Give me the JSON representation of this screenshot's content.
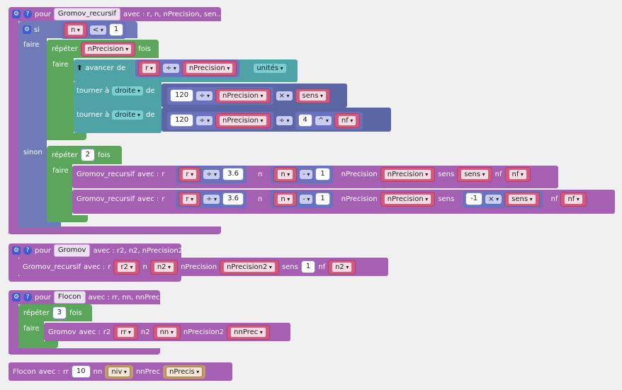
{
  "labels": {
    "pour": "pour",
    "avec": "avec :",
    "si": "si",
    "faire": "faire",
    "sinon": "sinon",
    "repeter": "répéter",
    "fois": "fois",
    "avancer": "avancer",
    "de": "de",
    "unites": "unités",
    "tourner": "tourner à",
    "droite": "droite",
    "lt": "<",
    "div": "÷",
    "mul": "×",
    "minus": "-",
    "pow": "^"
  },
  "proc1": {
    "name": "Gromov_recursif",
    "params": "avec : r, n, nPrecision, sen...",
    "if_var": "n",
    "if_val": "1",
    "repeat_var": "nPrecision",
    "fwd_a": "r",
    "fwd_b": "nPrecision",
    "turn1_num": "120",
    "turn1_b": "nPrecision",
    "turn1_c": "sens",
    "turn2_num": "120",
    "turn2_b": "nPrecision",
    "turn2_pow": "4",
    "turn2_nf": "nf",
    "else_repeat": "2",
    "call_name": "Gromov_recursif",
    "call_r_label": "r",
    "call_r": "r",
    "call_r_div": "3.6",
    "call_n_label": "n",
    "call_n": "n",
    "call_n_val": "1",
    "call_np_label": "nPrecision",
    "call_np": "nPrecision",
    "call_sens_label": "sens",
    "call1_sens": "sens",
    "call2_sens_num": "-1",
    "call2_sens": "sens",
    "call_nf_label": "nf",
    "call_nf": "nf"
  },
  "proc2": {
    "name": "Gromov",
    "params": "avec : r2, n2, nPrecision2",
    "call": "Gromov_recursif",
    "r_label": "r",
    "r": "r2",
    "n_label": "n",
    "n": "n2",
    "np_label": "nPrecision",
    "np": "nPrecision2",
    "sens_label": "sens",
    "sens": "1",
    "nf_label": "nf",
    "nf": "n2"
  },
  "proc3": {
    "name": "Flocon",
    "params": "avec : rr, nn, nnPrec",
    "repeat": "3",
    "call": "Gromov",
    "r_label": "r2",
    "r": "rr",
    "n_label": "n2",
    "n": "nn",
    "np_label": "nPrecision2",
    "np": "nnPrec"
  },
  "call4": {
    "name": "Flocon",
    "rr_label": "rr",
    "rr": "10",
    "nn_label": "nn",
    "nn": "niv",
    "np_label": "nnPrec",
    "np": "nPrecis"
  }
}
